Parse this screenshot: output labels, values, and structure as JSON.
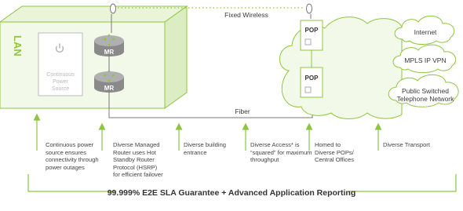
{
  "diagram": {
    "lan_label": "LAN",
    "power_box_label": "Continuous Power Source",
    "router_label": "MR",
    "fixed_wireless_label": "Fixed Wireless",
    "fiber_label": "Fiber",
    "pop_label": "POP",
    "clouds": [
      "Internet",
      "MPLS IP VPN",
      "Public Switched Telephone Network"
    ],
    "captions": [
      [
        "Continuous power",
        "source ensures",
        "connectivity through",
        "power outages"
      ],
      [
        "Diverse Managed",
        "Router uses Hot",
        "Standby Router",
        "Protocol (HSRP)",
        "for efficient failover"
      ],
      [
        "Diverse building",
        "entrance"
      ],
      [
        "Diverse Access* is",
        "“squared” for maximum",
        "throughput"
      ],
      [
        "Homed to",
        "Diverse POPs/",
        "Central Offices"
      ],
      [
        "Diverse Transport"
      ]
    ],
    "footer": "99.999% E2E SLA Guarantee + Advanced Application Reporting",
    "colors": {
      "green": "#8dc63f",
      "line": "#666666",
      "fill_light": "#f3f9e8"
    }
  }
}
